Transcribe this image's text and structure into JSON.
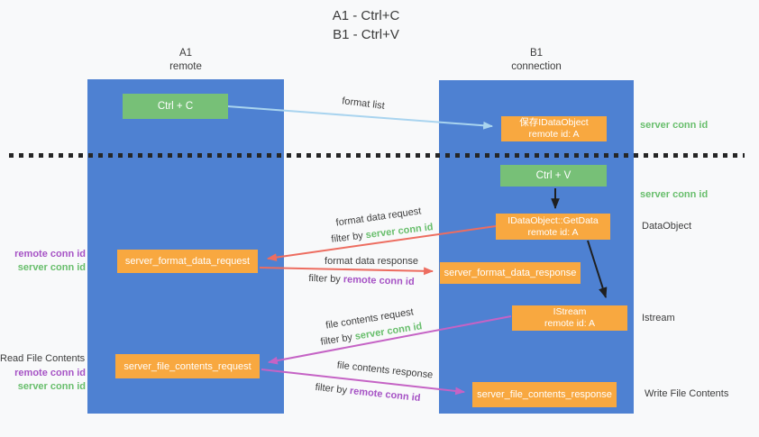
{
  "title": {
    "line1": "A1 - Ctrl+C",
    "line2": "B1 - Ctrl+V"
  },
  "lanes": {
    "a": {
      "title": "A1",
      "subtitle": "remote"
    },
    "b": {
      "title": "B1",
      "subtitle": "connection"
    }
  },
  "nodes": {
    "ctrl_c": {
      "label": "Ctrl + C"
    },
    "ctrl_v": {
      "label": "Ctrl + V"
    },
    "save_dataobject": {
      "line1": "保存IDataObject",
      "line2": "remote id: A"
    },
    "getdata": {
      "line1": "IDataObject::GetData",
      "line2": "remote id: A"
    },
    "istream": {
      "line1": "IStream",
      "line2": "remote id: A"
    },
    "server_format_data_request": {
      "label": "server_format_data_request"
    },
    "server_format_data_response": {
      "label": "server_format_data_response"
    },
    "server_file_contents_request": {
      "label": "server_file_contents_request"
    },
    "server_file_contents_response": {
      "label": "server_file_contents_response"
    }
  },
  "edge_labels": {
    "format_list": "format list",
    "format_data_request": "format data request",
    "format_data_response": "format data response",
    "file_contents_request": "file contents request",
    "file_contents_response": "file contents response",
    "filter_by": "filter by",
    "server_conn_id": "server conn id",
    "remote_conn_id": "remote conn id"
  },
  "side_labels": {
    "right_server_conn_id_top": "server conn id",
    "right_server_conn_id_mid": "server conn id",
    "right_dataobject": "DataObject",
    "right_istream": "Istream",
    "right_write_file_contents": "Write File Contents",
    "left_remote_conn_id_top": "remote conn id",
    "left_server_conn_id_top": "server conn id",
    "left_read_file_contents": "Read File Contents",
    "left_remote_conn_id_bottom": "remote conn id",
    "left_server_conn_id_bottom": "server conn id"
  },
  "colors": {
    "lane_blue": "#4E81D2",
    "box_green": "#77C077",
    "box_orange": "#F8A840",
    "arrow_light_blue": "#A9D4EF",
    "arrow_red": "#ED6D60",
    "arrow_magenta": "#C563C5",
    "arrow_black": "#1F1F1F",
    "text_green": "#68BE6C",
    "text_purple": "#A653C5",
    "text_dark": "#3C3C3C",
    "background": "#F8F9FA"
  }
}
